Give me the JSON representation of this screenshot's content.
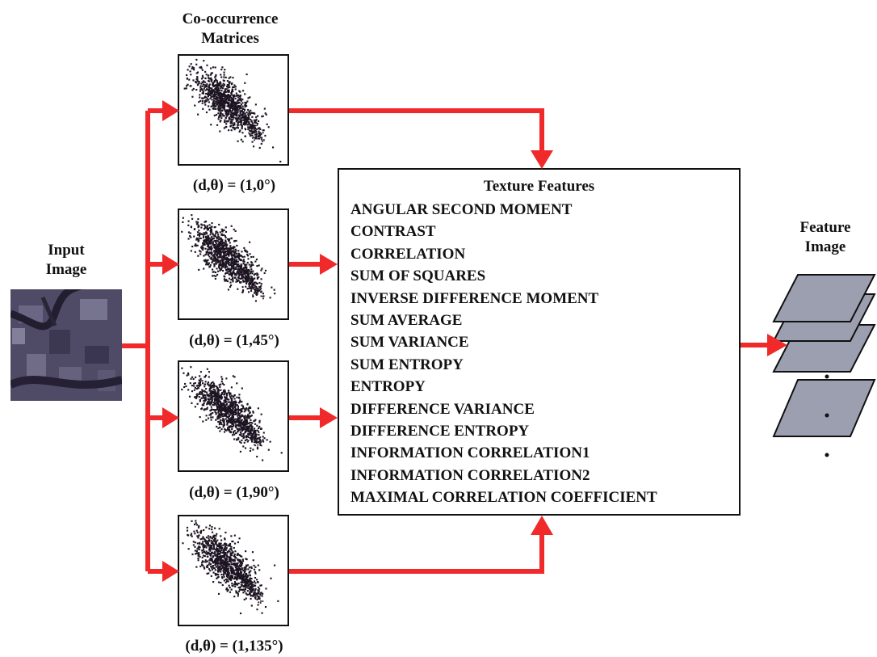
{
  "input": {
    "label_line1": "Input",
    "label_line2": "Image"
  },
  "matrices": {
    "title_line1": "Co-occurrence",
    "title_line2": "Matrices",
    "items": [
      {
        "caption": "(d,θ) = (1,0°)"
      },
      {
        "caption": "(d,θ) = (1,45°)"
      },
      {
        "caption": "(d,θ) = (1,90°)"
      },
      {
        "caption": "(d,θ) = (1,135°)"
      }
    ]
  },
  "features": {
    "title": "Texture Features",
    "items": [
      "ANGULAR SECOND MOMENT",
      "CONTRAST",
      "CORRELATION",
      "SUM OF SQUARES",
      "INVERSE DIFFERENCE MOMENT",
      "SUM AVERAGE",
      "SUM VARIANCE",
      "SUM ENTROPY",
      "ENTROPY",
      "DIFFERENCE VARIANCE",
      "DIFFERENCE ENTROPY",
      "INFORMATION CORRELATION1",
      "INFORMATION CORRELATION2",
      "MAXIMAL CORRELATION COEFFICIENT"
    ]
  },
  "output": {
    "label_line1": "Feature",
    "label_line2": "Image"
  },
  "colors": {
    "arrow": "#f02a2a",
    "plane": "#9c9fb0",
    "scatter": "#1d1422"
  }
}
